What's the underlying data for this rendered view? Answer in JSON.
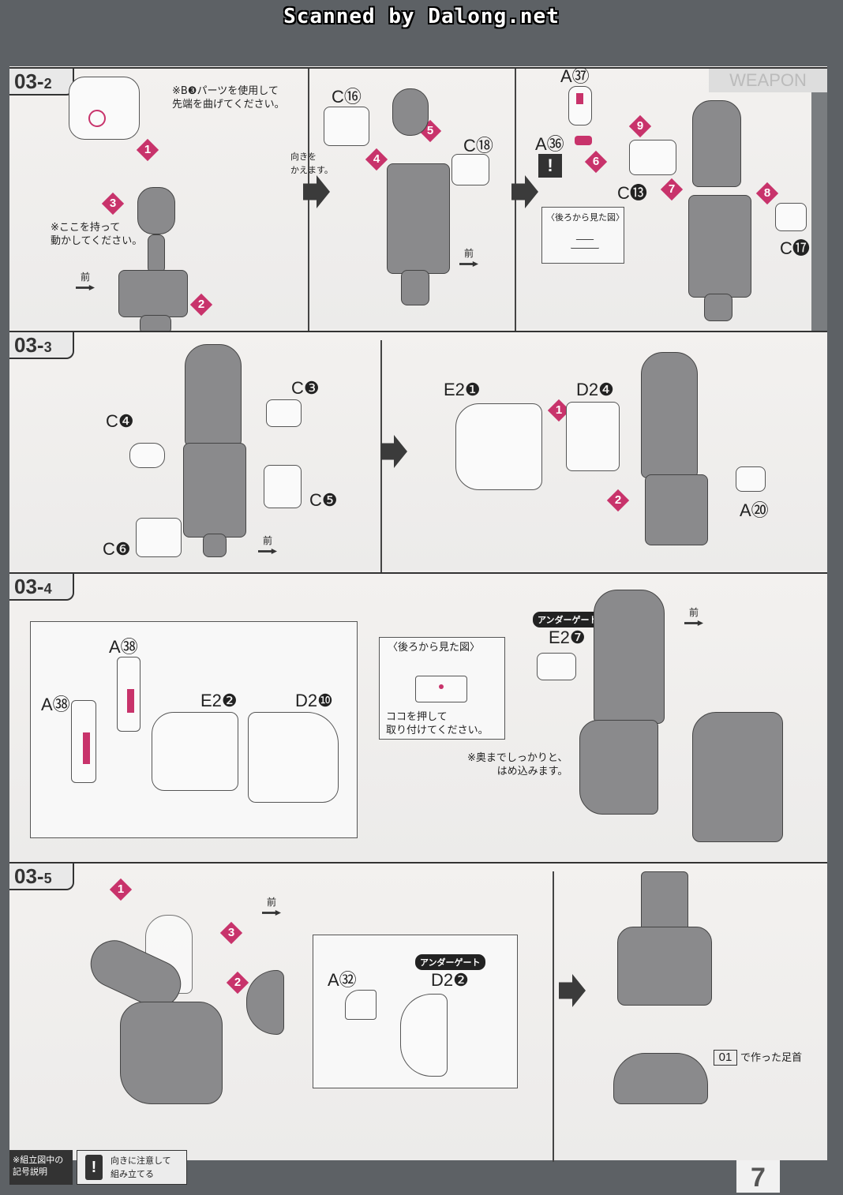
{
  "scan_credit": "Scanned by Dalong.net",
  "section_label": "WEAPON",
  "page_number": "7",
  "front": "前",
  "back_view": "〈後ろから見た図〉",
  "under_gate": "アンダーゲート",
  "turn_note": "向きを\nかえます。",
  "steps": [
    "1",
    "2",
    "3",
    "4",
    "5",
    "6",
    "7",
    "8",
    "9"
  ],
  "s032": {
    "tag": "03-",
    "sub": "2",
    "note_b3": "※B❸パーツを使用して\n先端を曲げてください。",
    "note_hold": "※ここを持って\n動かしてください。",
    "c16": "C⑯",
    "c18": "C⑱",
    "a37": "A㊲",
    "a36": "A㊱",
    "c13": "C⓭",
    "c17": "C⓱"
  },
  "s033": {
    "tag": "03-",
    "sub": "3",
    "c3": "C❸",
    "c4": "C❹",
    "c5": "C❺",
    "c6": "C❻",
    "e21": "E2❶",
    "d24": "D2❹",
    "a20": "A⑳"
  },
  "s034": {
    "tag": "03-",
    "sub": "4",
    "a38a": "A㊳",
    "a38b": "A㊳",
    "e22": "E2❷",
    "d210": "D2❿",
    "push_note": "ココを押して\n取り付けてください。",
    "e27": "E2❼",
    "insert_note": "※奥までしっかりと、\nはめ込みます。"
  },
  "s035": {
    "tag": "03-",
    "sub": "5",
    "a32": "A㉜",
    "d22": "D2❷",
    "ref_num": "01",
    "ref_text": "で作った足首"
  },
  "legend": {
    "title": "※組立図中の\n記号説明",
    "icon": "!",
    "text": "向きに注意して\n組み立てる"
  }
}
